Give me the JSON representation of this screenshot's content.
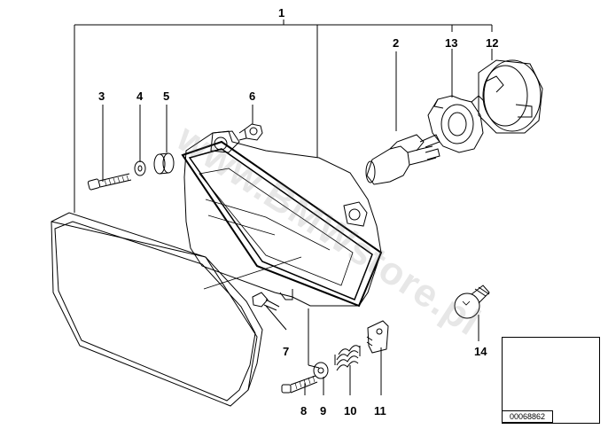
{
  "labels": {
    "l1": "1",
    "l2": "2",
    "l3": "3",
    "l4": "4",
    "l5": "5",
    "l6": "6",
    "l7": "7",
    "l8": "8",
    "l9": "9",
    "l10": "10",
    "l11": "11",
    "l12": "12",
    "l13": "13",
    "l14": "14"
  },
  "watermark": "www.BMWstore.pl",
  "diagram_code": "00068862",
  "colors": {
    "line": "#000000",
    "thumb_dot": "#111111",
    "watermark": "#787878"
  }
}
